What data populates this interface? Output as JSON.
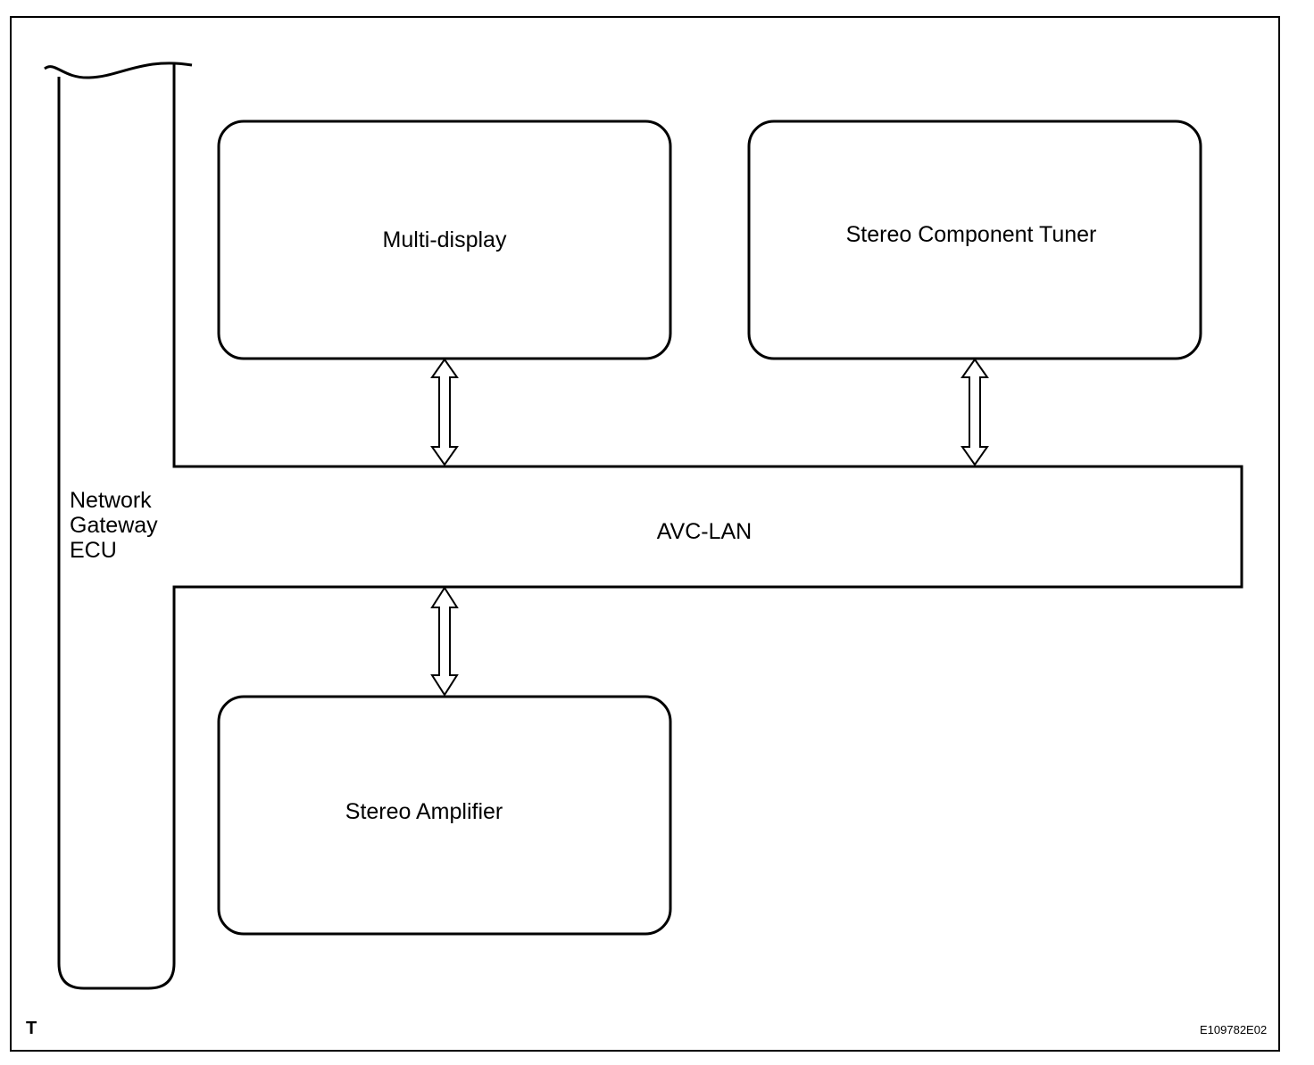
{
  "diagram": {
    "network_gateway_ecu": {
      "lines": [
        "Network",
        "Gateway",
        "ECU"
      ]
    },
    "bus": {
      "label": "AVC-LAN"
    },
    "components": {
      "multi_display": "Multi-display",
      "stereo_component_tuner": "Stereo Component Tuner",
      "stereo_amplifier": "Stereo Amplifier"
    },
    "connections": [
      {
        "from": "multi_display",
        "to": "bus",
        "direction": "bidirectional"
      },
      {
        "from": "stereo_component_tuner",
        "to": "bus",
        "direction": "bidirectional"
      },
      {
        "from": "stereo_amplifier",
        "to": "bus",
        "direction": "bidirectional"
      }
    ],
    "corner_mark": "T",
    "figure_code": "E109782E02"
  }
}
